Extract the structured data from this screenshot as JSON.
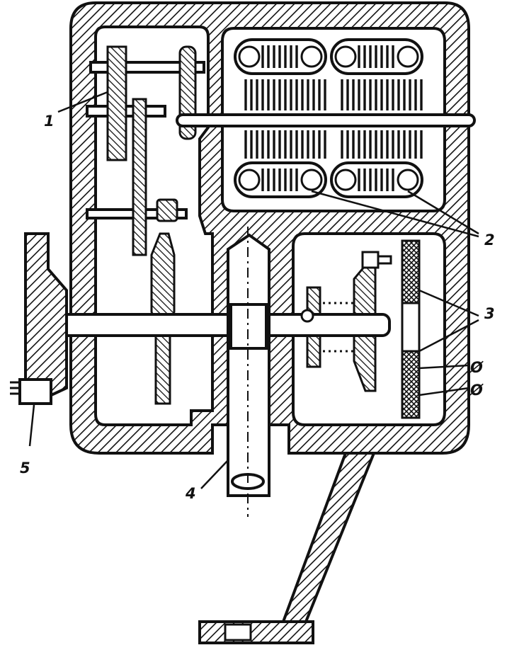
{
  "callouts": {
    "c1": "1",
    "c2": "2",
    "c3": "3",
    "c4": "4",
    "c5": "5",
    "phi_upper": "Ø",
    "phi_lower": "Ø"
  },
  "colors": {
    "ink": "#111111",
    "paper": "#ffffff"
  }
}
